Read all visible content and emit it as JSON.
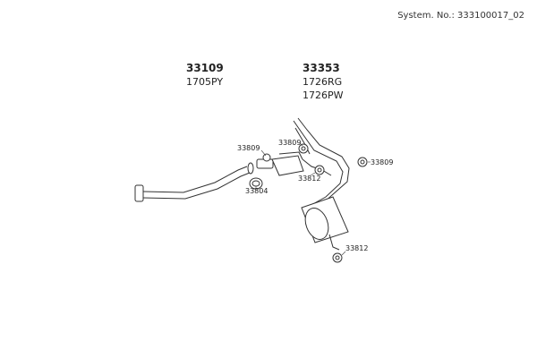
{
  "system": {
    "label": "System. No.: 333100017_02"
  },
  "parts": [
    {
      "number": "33109",
      "code": "1705PY"
    },
    {
      "number": "33353",
      "code": "1726RG",
      "code2": "1726PW"
    }
  ],
  "callouts": {
    "a": "33809",
    "b": "33809",
    "c": "33809",
    "d": "33804",
    "e": "33812",
    "f": "33812"
  }
}
